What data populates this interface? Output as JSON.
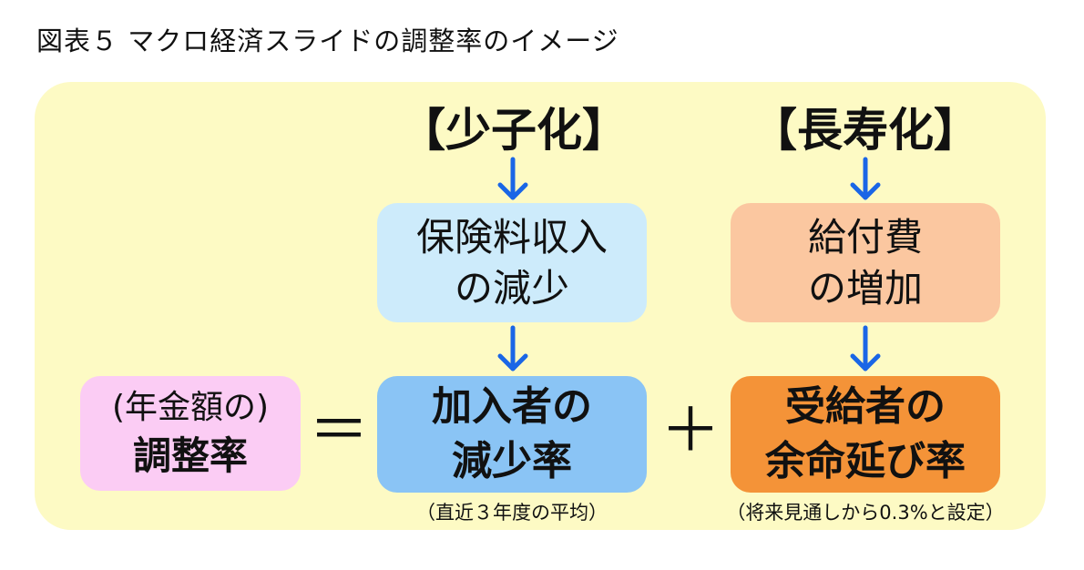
{
  "title": "図表５ マクロ経済スライドの調整率のイメージ",
  "causes": {
    "birthrate": "【少子化】",
    "longevity": "【長寿化】"
  },
  "effects": {
    "premium_line1": "保険料収入",
    "premium_line2": "の減少",
    "benefit_line1": "給付費",
    "benefit_line2": "の増加"
  },
  "formula": {
    "result_line1": "(年金額の)",
    "result_line2": "調整率",
    "equals": "＝",
    "plus": "＋",
    "term1_line1": "加入者の",
    "term1_line2": "減少率",
    "term2_line1": "受給者の",
    "term2_line2": "余命延び率",
    "note1": "（直近３年度の平均）",
    "note2": "（将来見通しから0.3%と設定）"
  },
  "colors": {
    "panel": "#fdfac4",
    "light_blue": "#cdebfb",
    "light_orange": "#fbc7a0",
    "pink": "#fbccf4",
    "blue": "#8ac4f5",
    "orange": "#f49338",
    "arrow": "#1a66e6"
  }
}
